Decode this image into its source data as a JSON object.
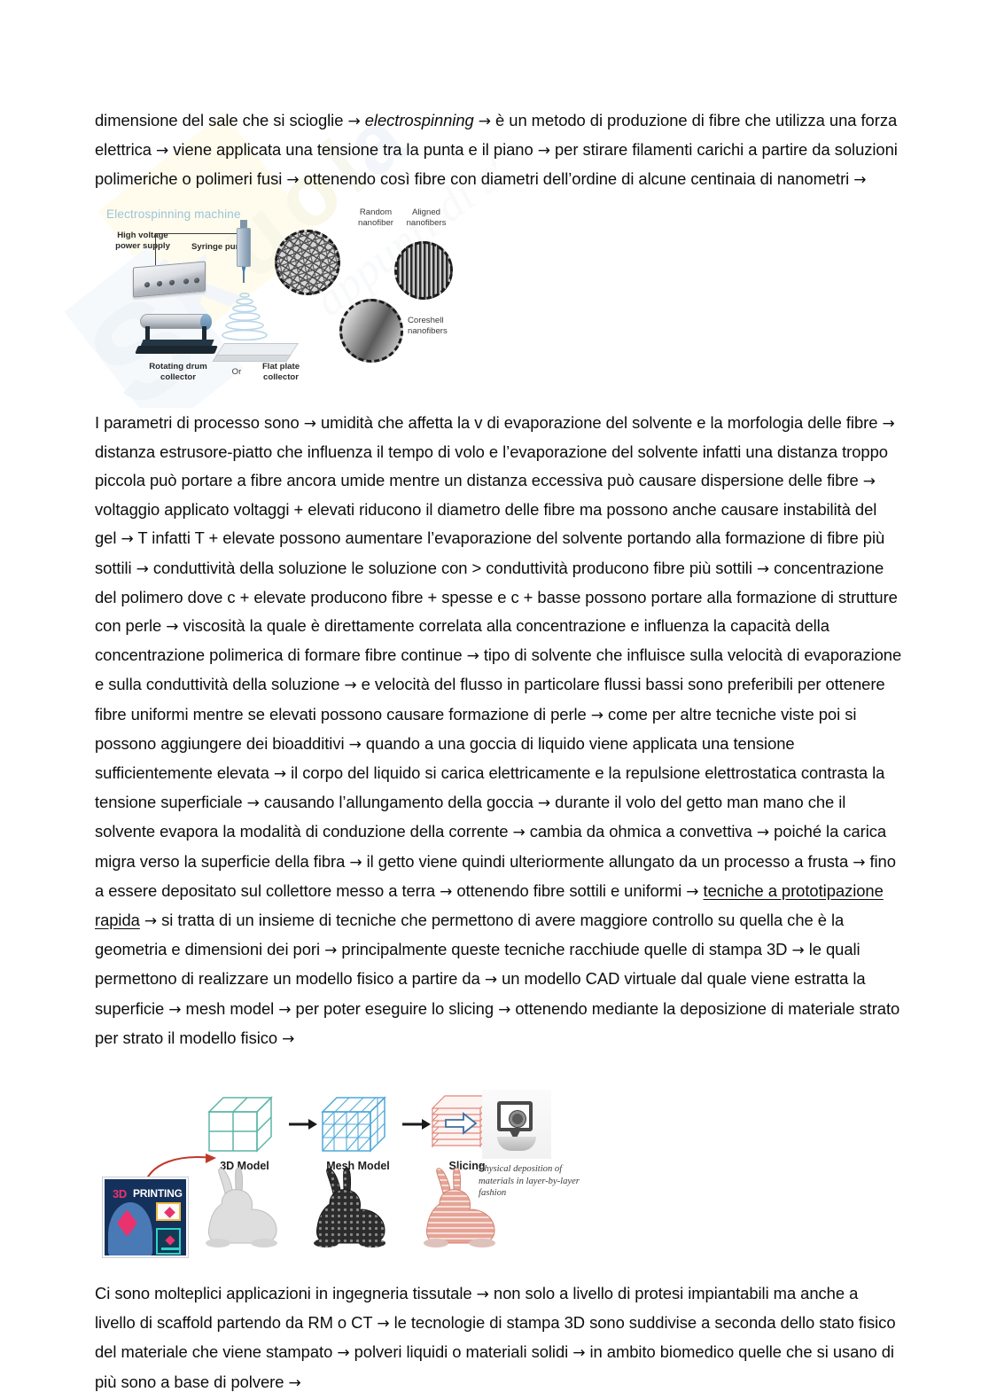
{
  "document": {
    "language": "it",
    "watermark_text": "Skuola.net",
    "background_color": "#ffffff",
    "text_color": "#0d0d0d"
  },
  "paragraphs": {
    "p1": [
      {
        "t": "dimensione del sale che si scioglie ",
        "style": "normal"
      },
      {
        "t": "→",
        "style": "arrow"
      },
      {
        "t": " ",
        "style": "normal"
      },
      {
        "t": "electrospinning",
        "style": "italic"
      },
      {
        "t": " ",
        "style": "normal"
      },
      {
        "t": "→",
        "style": "arrow"
      },
      {
        "t": " è un metodo di produzione di fibre che utilizza una forza elettrica ",
        "style": "normal"
      },
      {
        "t": "→",
        "style": "arrow"
      },
      {
        "t": " viene applicata una tensione tra la punta e il piano ",
        "style": "normal"
      },
      {
        "t": "→",
        "style": "arrow"
      },
      {
        "t": " per stirare filamenti carichi a partire da soluzioni polimeriche o polimeri fusi ",
        "style": "normal"
      },
      {
        "t": "→",
        "style": "arrow"
      },
      {
        "t": " ottenendo così fibre con diametri dell’ordine di alcune centinaia di nanometri ",
        "style": "normal"
      },
      {
        "t": "→",
        "style": "arrow"
      }
    ],
    "p2": [
      {
        "t": "I parametri di processo sono ",
        "style": "normal"
      },
      {
        "t": "→",
        "style": "arrow"
      },
      {
        "t": " umidità che affetta la v di evaporazione del solvente e la morfologia delle fibre ",
        "style": "normal"
      },
      {
        "t": "→",
        "style": "arrow"
      },
      {
        "t": " distanza estrusore-piatto che influenza il tempo di volo e l’evaporazione del solvente infatti una distanza troppo piccola può portare a fibre ancora umide mentre un distanza eccessiva può causare dispersione delle fibre ",
        "style": "normal"
      },
      {
        "t": "→",
        "style": "arrow"
      },
      {
        "t": " voltaggio applicato voltaggi + elevati riducono il diametro delle fibre ma possono anche causare instabilità del gel ",
        "style": "normal"
      },
      {
        "t": "→",
        "style": "arrow"
      },
      {
        "t": " T infatti T + elevate possono aumentare l’evaporazione del solvente portando alla formazione di fibre più sottili ",
        "style": "normal"
      },
      {
        "t": "→",
        "style": "arrow"
      },
      {
        "t": " conduttività della soluzione le soluzione con > conduttività producono fibre più sottili ",
        "style": "normal"
      },
      {
        "t": "→",
        "style": "arrow"
      },
      {
        "t": " concentrazione del polimero dove c + elevate producono fibre + spesse e c + basse possono portare alla formazione di strutture con perle ",
        "style": "normal"
      },
      {
        "t": "→",
        "style": "arrow"
      },
      {
        "t": " viscosità la quale è direttamente correlata alla concentrazione e influenza la capacità della concentrazione polimerica di formare fibre continue ",
        "style": "normal"
      },
      {
        "t": "→",
        "style": "arrow"
      },
      {
        "t": " tipo di solvente che influisce sulla velocità di evaporazione e sulla conduttività della soluzione ",
        "style": "normal"
      },
      {
        "t": "→",
        "style": "arrow"
      },
      {
        "t": " e velocità del flusso in particolare flussi bassi sono preferibili per ottenere fibre uniformi mentre se elevati possono causare formazione di perle ",
        "style": "normal"
      },
      {
        "t": "→",
        "style": "arrow"
      },
      {
        "t": " come per altre tecniche viste poi si possono aggiungere dei bioadditivi ",
        "style": "normal"
      },
      {
        "t": "→",
        "style": "arrow"
      },
      {
        "t": " quando a una goccia di liquido viene applicata una tensione sufficientemente elevata ",
        "style": "normal"
      },
      {
        "t": "→",
        "style": "arrow"
      },
      {
        "t": " il corpo del liquido si carica elettricamente e la repulsione elettrostatica contrasta la tensione superficiale ",
        "style": "normal"
      },
      {
        "t": "→",
        "style": "arrow"
      },
      {
        "t": " causando l’allungamento della goccia ",
        "style": "normal"
      },
      {
        "t": "→",
        "style": "arrow"
      },
      {
        "t": " durante il volo del getto man mano che il solvente evapora la modalità di conduzione della corrente ",
        "style": "normal"
      },
      {
        "t": "→",
        "style": "arrow"
      },
      {
        "t": " cambia da ohmica a convettiva ",
        "style": "normal"
      },
      {
        "t": "→",
        "style": "arrow"
      },
      {
        "t": " poiché la carica migra verso la superficie della fibra ",
        "style": "normal"
      },
      {
        "t": "→",
        "style": "arrow"
      },
      {
        "t": " il getto viene quindi ulteriormente allungato da un processo a frusta ",
        "style": "normal"
      },
      {
        "t": "→",
        "style": "arrow"
      },
      {
        "t": " fino a essere depositato sul collettore messo a terra ",
        "style": "normal"
      },
      {
        "t": "→",
        "style": "arrow"
      },
      {
        "t": " ottenendo fibre sottili e uniformi ",
        "style": "normal"
      },
      {
        "t": "→",
        "style": "arrow"
      },
      {
        "t": " ",
        "style": "normal"
      },
      {
        "t": "tecniche a prototipazione rapida",
        "style": "underline"
      },
      {
        "t": " ",
        "style": "normal"
      },
      {
        "t": "→",
        "style": "arrow"
      },
      {
        "t": " si tratta di un insieme di tecniche che permettono di avere maggiore controllo su quella che è la geometria e dimensioni dei pori ",
        "style": "normal"
      },
      {
        "t": "→",
        "style": "arrow"
      },
      {
        "t": " principalmente queste tecniche racchiude quelle di stampa 3D ",
        "style": "normal"
      },
      {
        "t": "→",
        "style": "arrow"
      },
      {
        "t": " le quali permettono di realizzare un modello fisico a partire da ",
        "style": "normal"
      },
      {
        "t": "→",
        "style": "arrow"
      },
      {
        "t": " un modello CAD virtuale dal quale viene estratta la superficie ",
        "style": "normal"
      },
      {
        "t": "→",
        "style": "arrow"
      },
      {
        "t": " mesh model ",
        "style": "normal"
      },
      {
        "t": "→",
        "style": "arrow"
      },
      {
        "t": " per poter eseguire lo slicing ",
        "style": "normal"
      },
      {
        "t": "→",
        "style": "arrow"
      },
      {
        "t": " ottenendo mediante la deposizione di materiale strato per strato il modello fisico ",
        "style": "normal"
      },
      {
        "t": "→",
        "style": "arrow"
      }
    ],
    "p3": [
      {
        "t": "Ci sono molteplici applicazioni in ingegneria tissutale ",
        "style": "normal"
      },
      {
        "t": "→",
        "style": "arrow"
      },
      {
        "t": " non solo a livello di protesi impiantabili ma anche a livello di scaffold partendo da RM o CT ",
        "style": "normal"
      },
      {
        "t": "→",
        "style": "arrow"
      },
      {
        "t": " le tecnologie di stampa 3D sono suddivise a seconda dello stato fisico del materiale che viene stampato ",
        "style": "normal"
      },
      {
        "t": "→",
        "style": "arrow"
      },
      {
        "t": " polveri liquidi o materiali solidi ",
        "style": "normal"
      },
      {
        "t": "→",
        "style": "arrow"
      },
      {
        "t": " in ambito biomedico quelle che si usano di più sono a base di polvere ",
        "style": "normal"
      },
      {
        "t": "→",
        "style": "arrow"
      }
    ]
  },
  "figure_electrospinning": {
    "title": "Electrospinning machine",
    "labels": {
      "high_voltage": "High voltage\npower supply",
      "high_voltage_line1": "High voltage",
      "high_voltage_line2": "power supply",
      "syringe_pump": "Syringe pump",
      "rotating_drum_line1": "Rotating drum",
      "rotating_drum_line2": "collector",
      "or": "Or",
      "flat_plate_line1": "Flat plate",
      "flat_plate_line2": "collector",
      "random_line1": "Random",
      "random_line2": "nanofiber",
      "aligned_line1": "Aligned",
      "aligned_line2": "nanofibers",
      "coreshell_line1": "Coreshell",
      "coreshell_line2": "nanofibers"
    },
    "title_color": "#9cc3da"
  },
  "figure_3dprinting": {
    "logo_3d": "3D",
    "logo_printing": "PRINTING",
    "steps": [
      "3D Model",
      "Mesh Model",
      "Slicing"
    ],
    "step_3d_model": "3D Model",
    "step_mesh_model": "Mesh Model",
    "step_slicing": "Slicing",
    "caption": "Physical deposition of materials in layer-by-layer fashion",
    "colors": {
      "model_green": "#5bb6a6",
      "mesh_blue": "#4ea8d8",
      "slicing_red": "#e0897e",
      "logo_bg": "#14315b",
      "logo_accent": "#e8336e"
    }
  }
}
